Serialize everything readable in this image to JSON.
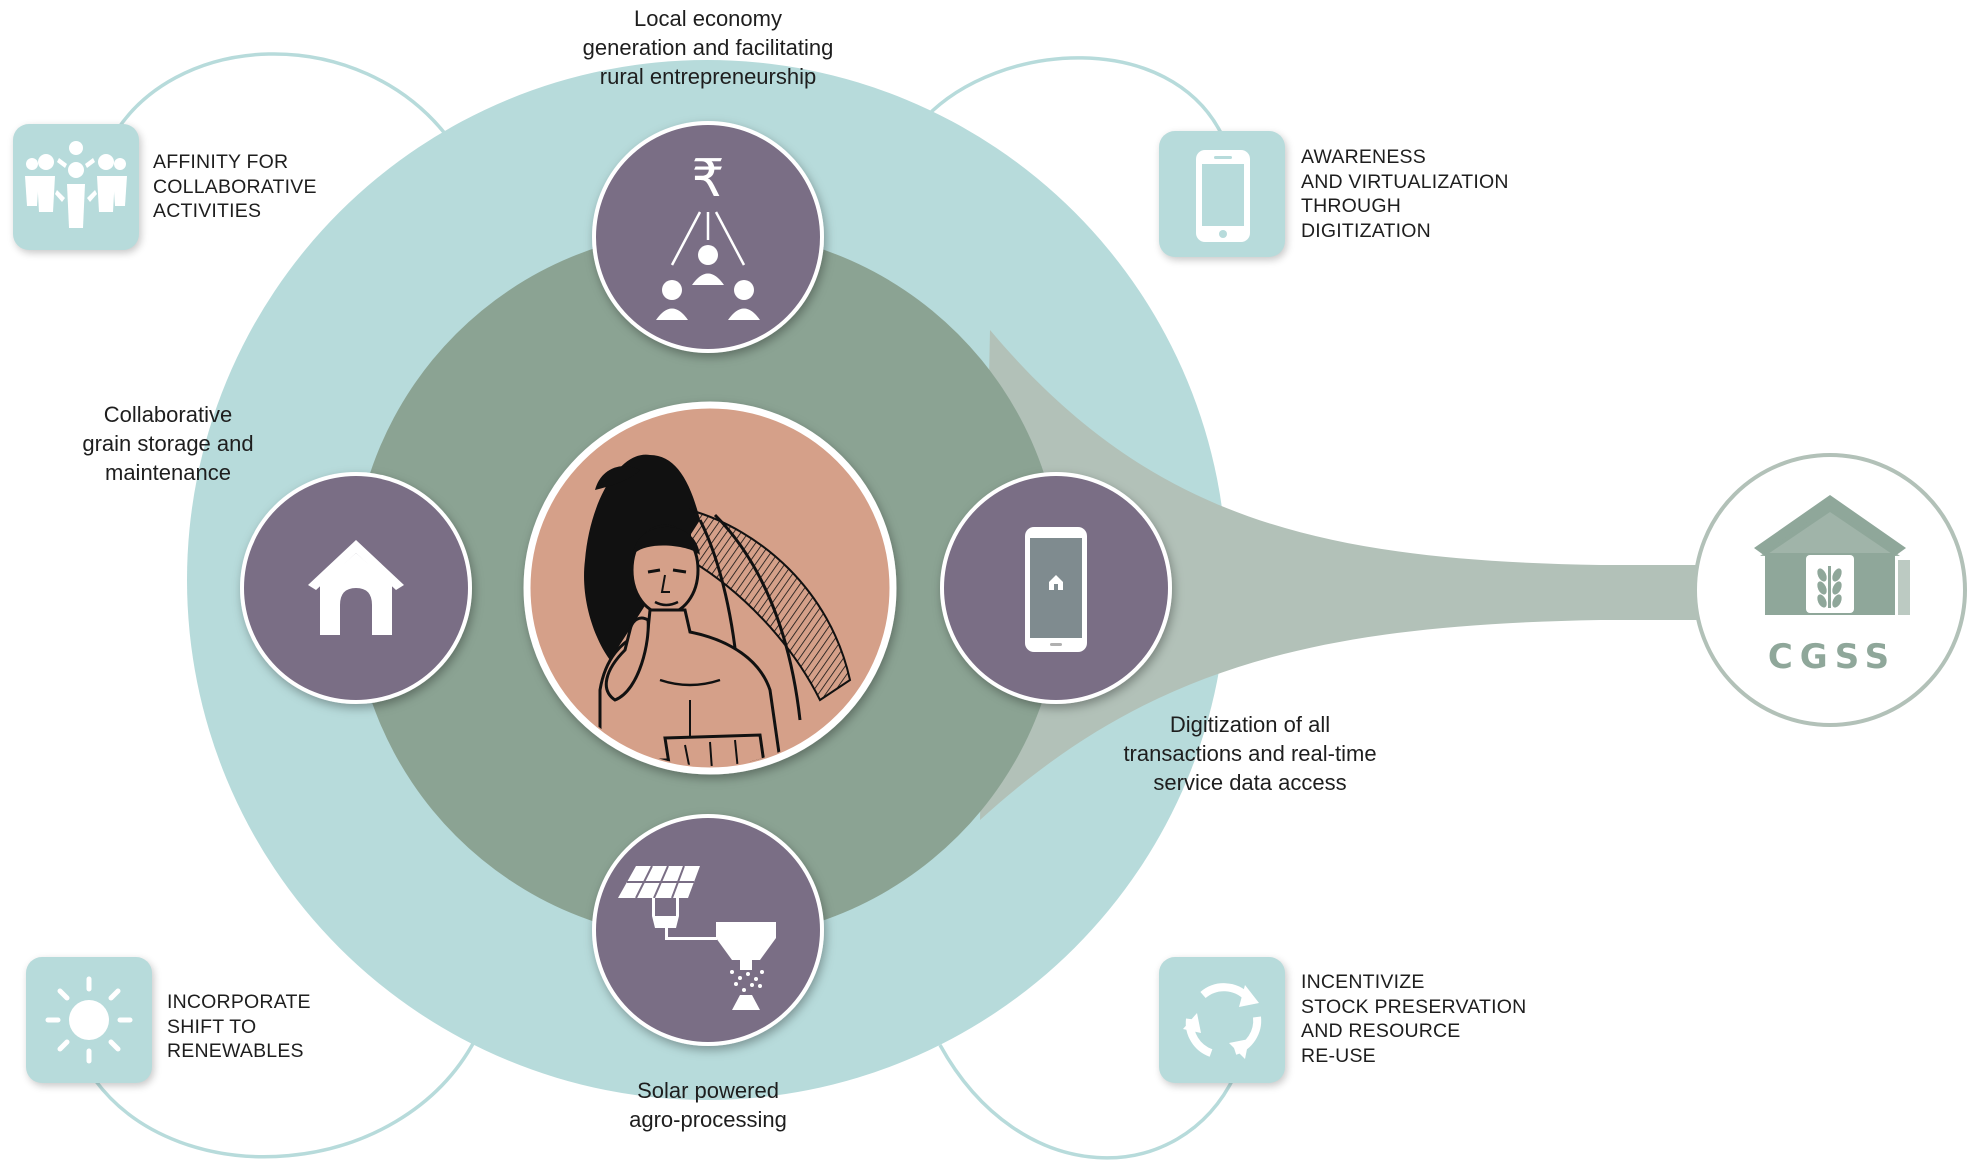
{
  "diagram": {
    "hub_labels": {
      "top": [
        "Local economy",
        "generation and facilitating",
        "rural entrepreneurship"
      ],
      "left": [
        "Collaborative",
        "grain storage and",
        "maintenance"
      ],
      "right": [
        "Digitization of all",
        "transactions and real-time",
        "service data access"
      ],
      "bottom": [
        "Solar powered",
        "agro-processing"
      ]
    },
    "hub_icons": {
      "top": "rupee-network-icon",
      "left": "house-icon",
      "right": "smartphone-icon",
      "bottom": "solar-panel-processor-icon",
      "center": "farmer-carrying-harvest-illustration"
    },
    "corner_features": [
      {
        "position": "top-left",
        "icon": "group-people-icon",
        "lines": [
          "AFFINITY FOR",
          "COLLABORATIVE",
          "ACTIVITIES"
        ]
      },
      {
        "position": "top-right",
        "icon": "mobile-phone-icon",
        "lines": [
          "AWARENESS",
          "AND VIRTUALIZATION",
          "THROUGH",
          "DIGITIZATION"
        ]
      },
      {
        "position": "bottom-left",
        "icon": "sun-icon",
        "lines": [
          "INCORPORATE",
          "SHIFT TO",
          "RENEWABLES"
        ]
      },
      {
        "position": "bottom-right",
        "icon": "recycle-arrows-icon",
        "lines": [
          "INCENTIVIZE",
          "STOCK PRESERVATION",
          "AND RESOURCE",
          "RE-USE"
        ]
      }
    ],
    "logo": {
      "text": "CGSS",
      "icon": "grain-storehouse-icon"
    },
    "colors": {
      "outer_ring": "#b7dbdb",
      "inner_disc": "#8ba393",
      "node_purple": "#7a6e85",
      "center_disc": "#d5a089",
      "funnel": "#b2c1b8",
      "logo": "#8fa79a",
      "tile": "#b7dbdb"
    }
  }
}
